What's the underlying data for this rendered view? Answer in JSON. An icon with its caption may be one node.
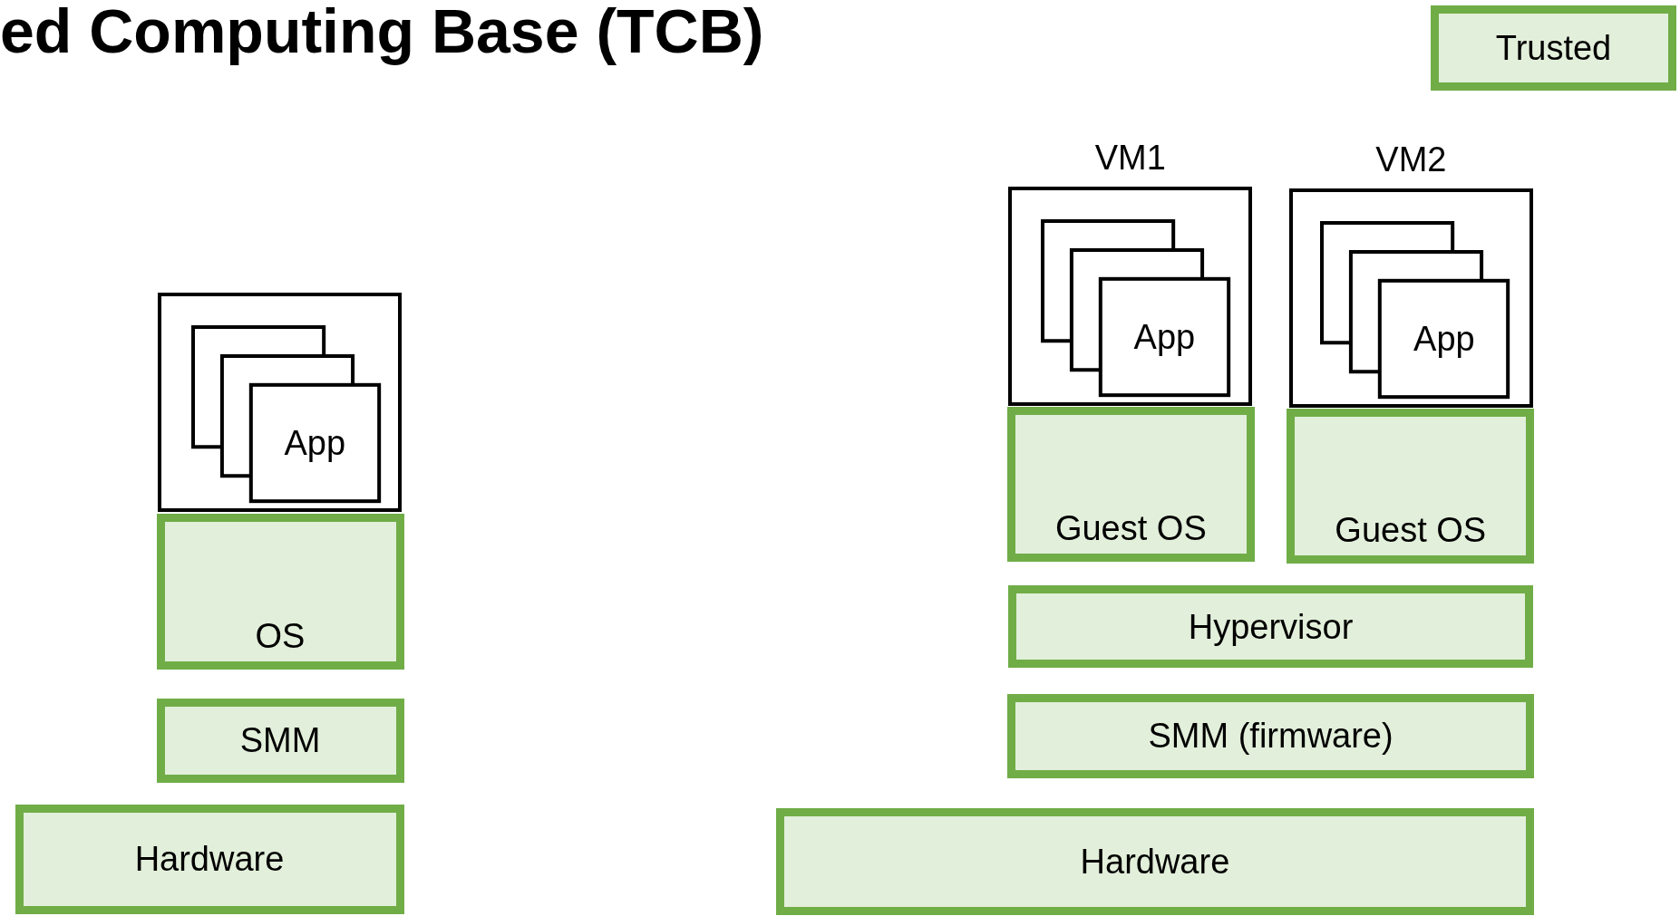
{
  "diagram": {
    "title": "ed Computing Base (TCB)",
    "nodes": [
      {
        "text": [],
        "shape": "box"
      },
      {
        "text": [
          "App"
        ],
        "in": 0
      },
      {
        "text": [
          "OS"
        ]
      },
      {
        "text": [
          "SMM"
        ]
      },
      {
        "text": [
          "Hardware"
        ]
      },
      {
        "text": [
          "VM1"
        ]
      },
      {
        "text": [
          "App"
        ],
        "in": 5
      },
      {
        "text": [
          "Guest OS"
        ]
      },
      {
        "text": [
          "VM2"
        ]
      },
      {
        "text": [
          "App"
        ],
        "in": 8
      },
      {
        "text": [
          "Guest OS"
        ]
      },
      {
        "text": [
          "Hypervisor"
        ]
      },
      {
        "text": [
          "SMM (firmware)"
        ]
      },
      {
        "text": [
          "Hardware"
        ]
      }
    ],
    "edges": [],
    "legend": [
      {
        "text": "Trusted",
        "color": "#e2efda"
      }
    ]
  }
}
